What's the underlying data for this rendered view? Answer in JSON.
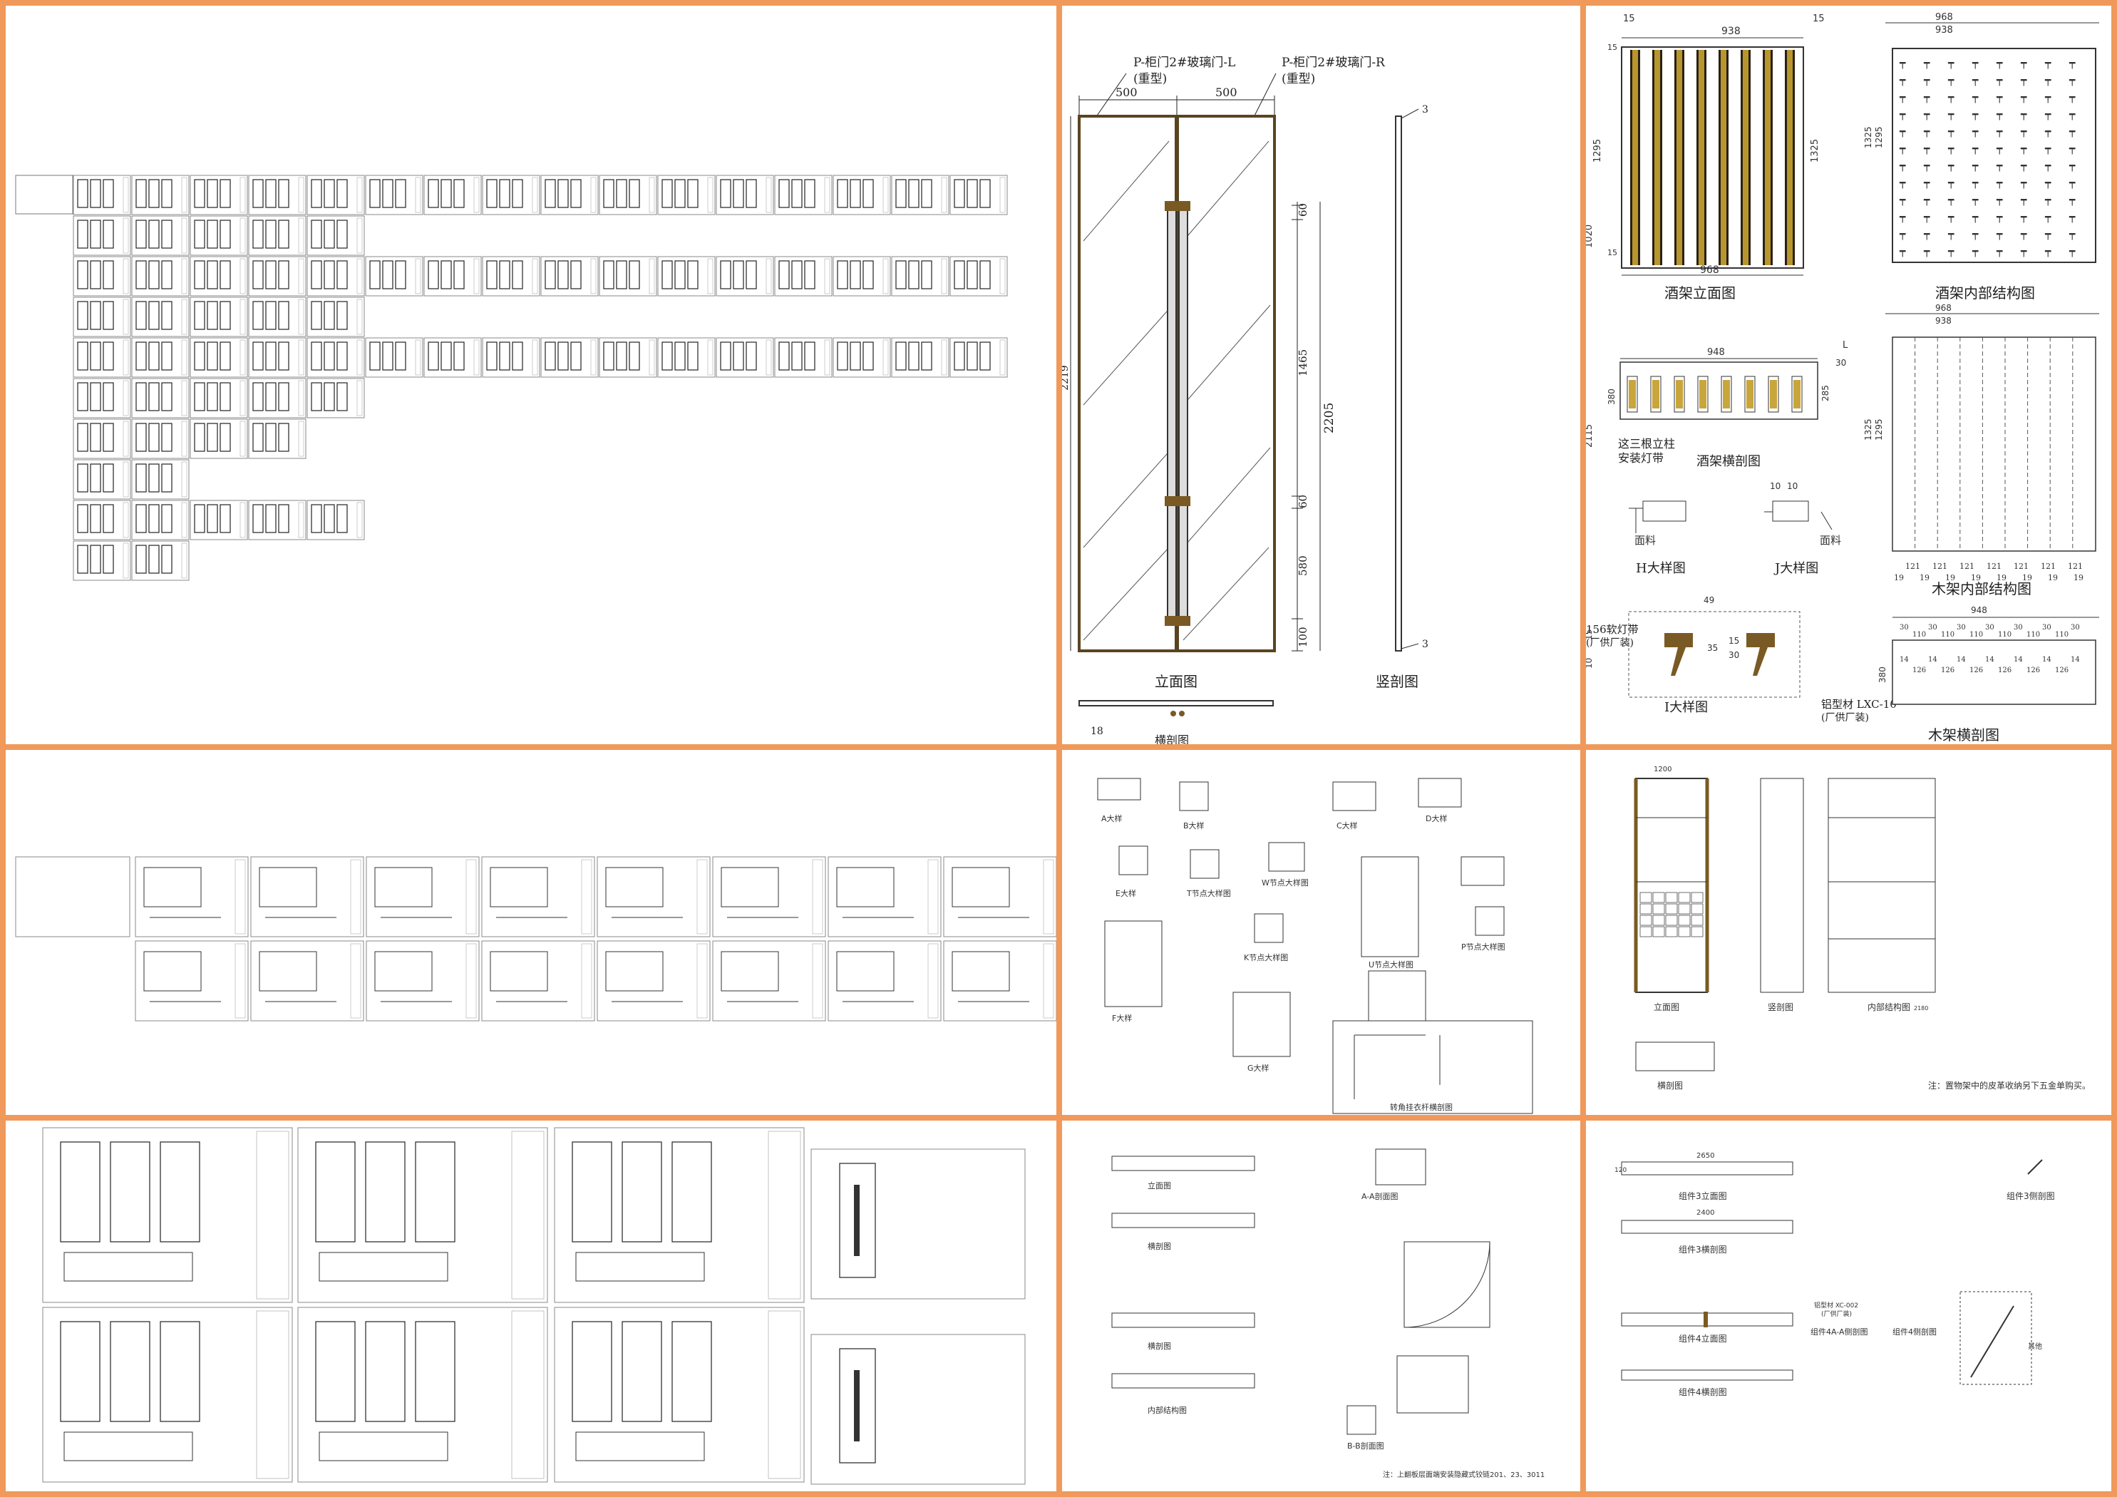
{
  "door_detail": {
    "left_door_label": "P-柜门2#玻璃门-L",
    "right_door_label": "P-柜门2#玻璃门-R",
    "heavy_tag_left": "(重型)",
    "heavy_tag_right": "(重型)",
    "width_left": "500",
    "width_right": "500",
    "dim_total": "2205",
    "dim_1465": "1465",
    "dim_580": "580",
    "dim_100": "100",
    "dim_60_top": "60",
    "dim_60_mid": "60",
    "dim_18": "18",
    "dim_3_top": "3",
    "dim_3_bottom": "3",
    "dim_overall": "2219",
    "elevation_title": "立面图",
    "section_title": "竖剖图",
    "plan_title": "横剖图"
  },
  "wine_rack": {
    "dim_968_top": "968",
    "dim_938_top": "938",
    "dim_15_left": "15",
    "dim_15_right": "15",
    "dim_1295": "1295",
    "dim_1325": "1325",
    "dim_968_bottom": "968",
    "dim_15_a": "15",
    "dim_15_b": "15",
    "elevation_title": "酒架立面图",
    "inner_title": "酒架内部结构图",
    "inner_968": "968",
    "inner_938": "938",
    "inner_1325": "1325",
    "inner_1295": "1295",
    "dim_948": "948",
    "dim_380": "380",
    "dim_285": "285",
    "dim_30": "30",
    "side_L": "L",
    "cross_section_title": "酒架横剖图",
    "note_line1": "这三根立柱",
    "note_line2": "安装灯带",
    "wood_968": "968",
    "wood_938": "938",
    "wood_1325": "1325",
    "wood_1295": "1295",
    "wood_inner_title": "木架内部结构图",
    "wood_121_values": [
      "121",
      "121",
      "121",
      "121",
      "121",
      "121",
      "121"
    ],
    "wood_19_values": [
      "19",
      "19",
      "19",
      "19",
      "19",
      "19",
      "19",
      "19"
    ],
    "wood_948": "948",
    "wood_380": "380",
    "wood_cross_title": "木架横剖图",
    "wood_30_values": [
      "30",
      "30",
      "30",
      "30",
      "30",
      "30",
      "30"
    ],
    "wood_110_values": [
      "110",
      "110",
      "110",
      "110",
      "110",
      "110"
    ],
    "wood_126_values": [
      "126",
      "126",
      "126",
      "126",
      "126",
      "126"
    ],
    "wood_14_values": [
      "14",
      "14",
      "14",
      "14",
      "14",
      "14",
      "14"
    ],
    "H_detail_title": "H大样图",
    "J_detail_title": "J大样图",
    "I_detail_title": "I大样图",
    "face_material_1": "面料",
    "face_material_2": "面料",
    "dim_10_a": "10",
    "dim_10_b": "10",
    "led_strip": "156软灯带",
    "supplier_note_1": "(厂供厂装)",
    "aluminum_profile": "铝型材 LXC-10",
    "supplier_note_2": "(厂供厂装)",
    "dim_49": "49",
    "dim_35": "35",
    "dim_15_c": "15",
    "dim_30_b": "30",
    "dim_1020": "1020",
    "dim_2115": "2115",
    "dim_10_c": "10",
    "dim_15_d": "15"
  },
  "cabinet_panel": {
    "elevation_title": "立面图",
    "section_title": "竖剖图",
    "inner_title": "内部结构图",
    "plan_title": "横剖图",
    "note": "注：置物架中的皮革收纳另下五金单购买。",
    "dim_1200": "1200",
    "dim_2180": "2180"
  },
  "details_panel": {
    "A": "A大样",
    "B": "B大样",
    "C": "C大样",
    "D": "D大样",
    "E": "E大样",
    "F": "F大样",
    "G": "G大样",
    "node_T": "T节点大样图",
    "node_W": "W节点大样图",
    "node_K": "K节点大样图",
    "node_U": "U节点大样图",
    "node_P": "P节点大样图",
    "note_corner": "转角挂衣杆横剖图"
  },
  "parts_panel_1": {
    "elevation": "立面图",
    "plan": "横剖图",
    "plan2": "横剖图",
    "inner": "内部结构图",
    "aa": "A-A剖面图",
    "bb": "B-B剖面图",
    "note": "注：上翻板层面端安装隐藏式铰链201、23、3011"
  },
  "parts_panel_2": {
    "part3_elev": "组件3立面图",
    "part3_side": "组件3侧剖图",
    "part3_plan": "组件3横剖图",
    "part4_elev": "组件4立面图",
    "part4_aa": "组件4A-A侧剖图",
    "part4_side": "组件4侧剖图",
    "part4_plan": "组件4横剖图",
    "dim_2650": "2650",
    "dim_2400": "2400",
    "dim_120": "120",
    "profile": "铝型材 XC-002",
    "supplier": "(厂供厂装)",
    "zh_text": "其他"
  }
}
